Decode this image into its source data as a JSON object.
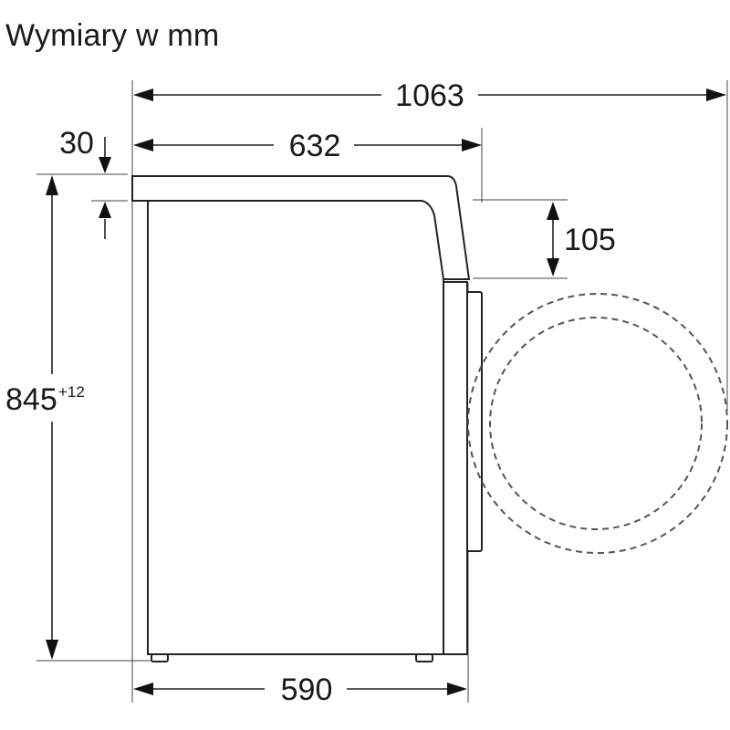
{
  "title": "Wymiary w mm",
  "dimensions": {
    "total_depth": "1063",
    "top_depth": "632",
    "top_thickness": "30",
    "top_height_offset": "105",
    "height": "845",
    "height_tolerance": "+12",
    "body_depth": "590"
  }
}
